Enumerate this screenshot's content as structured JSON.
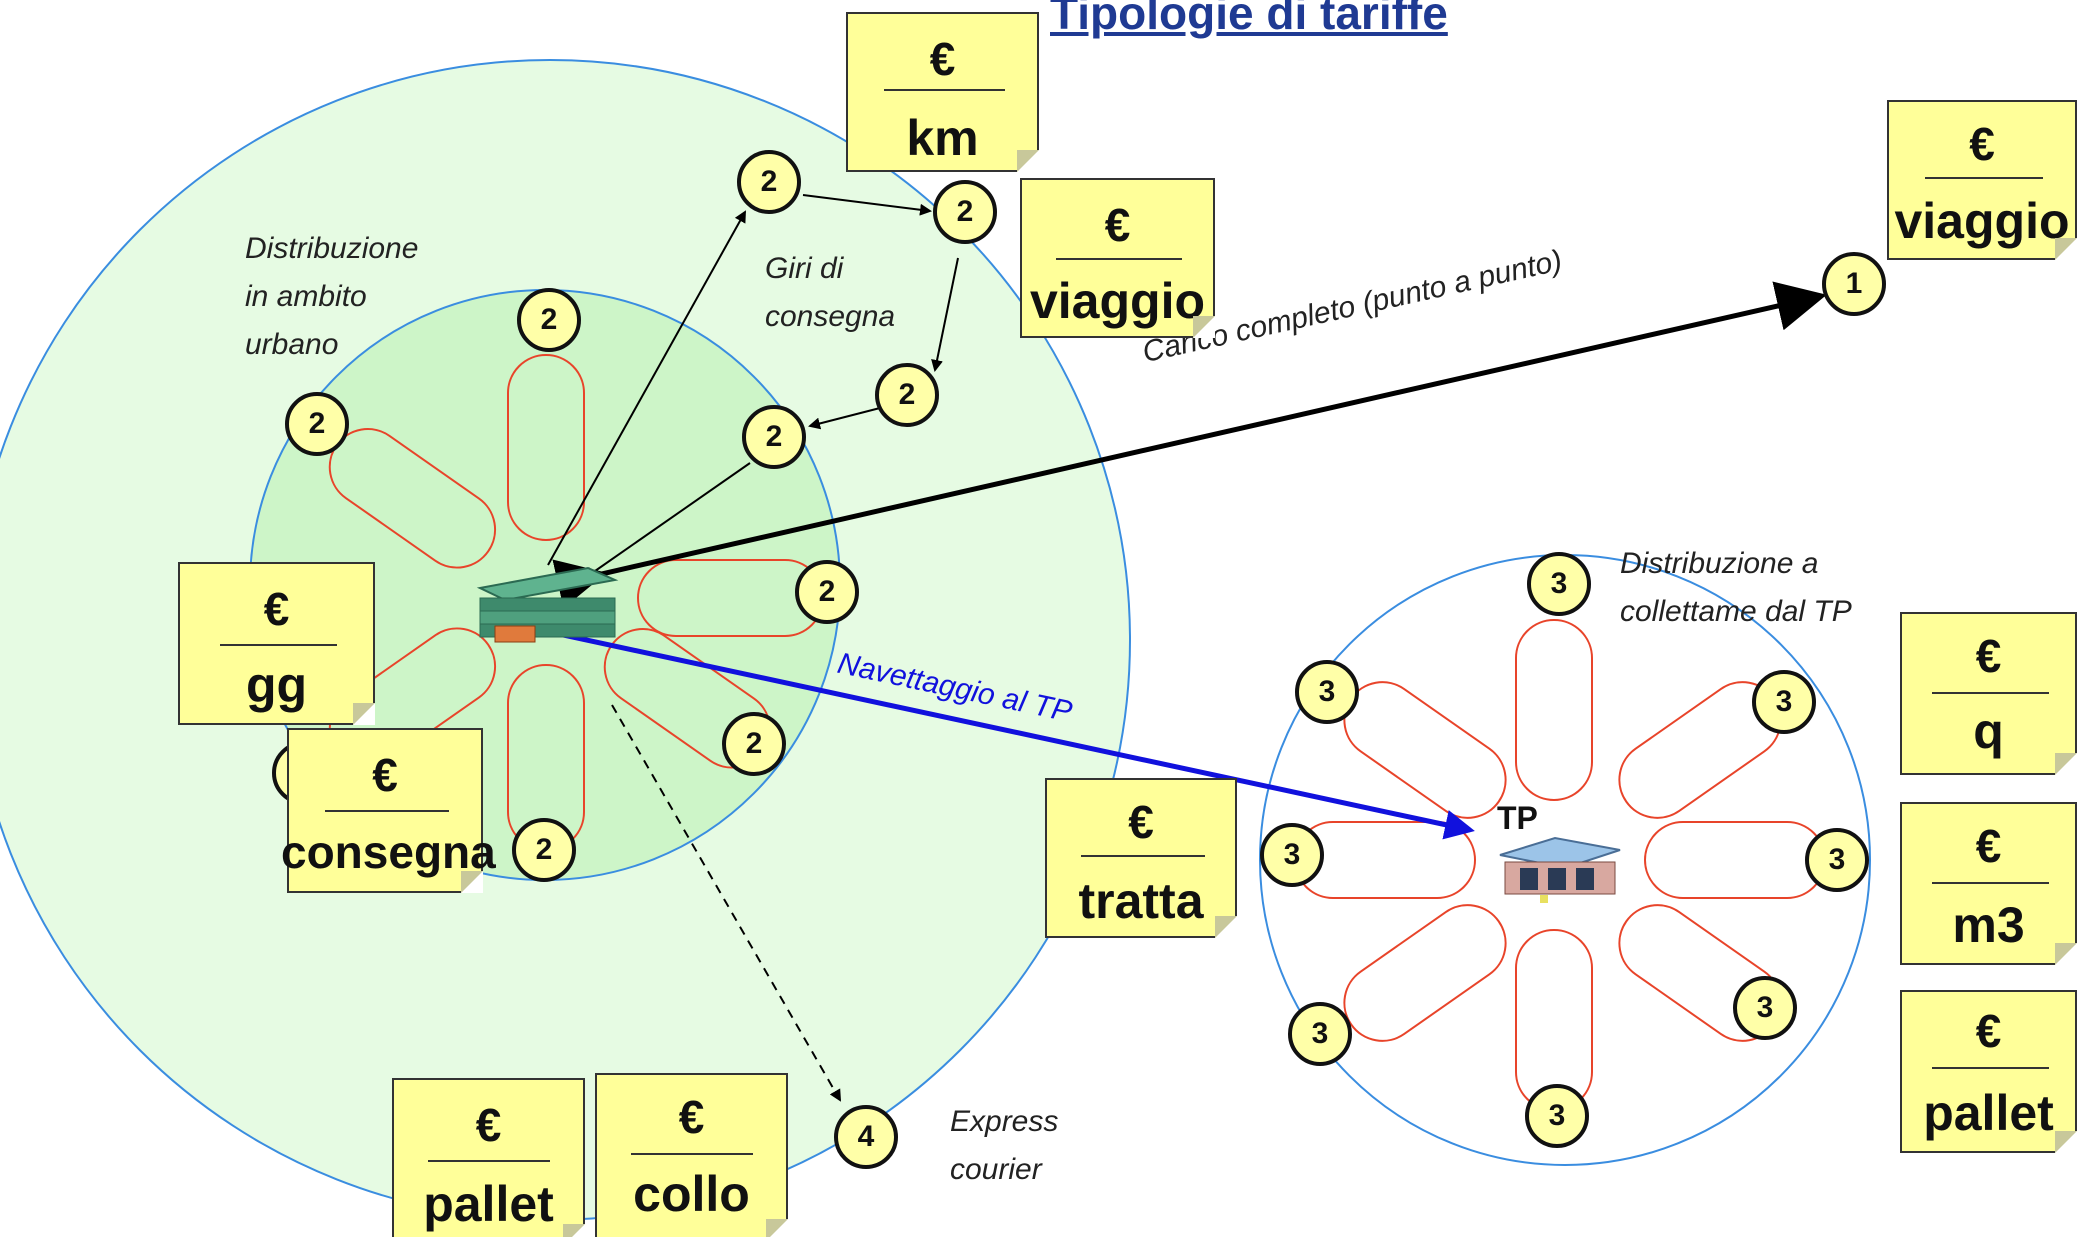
{
  "title": "Tipologie di tariffe",
  "labels": {
    "urban": [
      "Distribuzione",
      "in ambito",
      "urbano"
    ],
    "giri": [
      "Giri di",
      "consegna"
    ],
    "carico": "Carico completo (punto a punto)",
    "navettaggio": "Navettaggio al TP",
    "collettame": [
      "Distribuzione a",
      "collettame dal TP"
    ],
    "express": [
      "Express",
      "courier"
    ],
    "tp": "TP"
  },
  "notes": {
    "km": {
      "symbol": "€",
      "unit": "km"
    },
    "viaggio_mid": {
      "symbol": "€",
      "unit": "viaggio"
    },
    "viaggio_right": {
      "symbol": "€",
      "unit": "viaggio"
    },
    "gg": {
      "symbol": "€",
      "unit": "gg"
    },
    "consegna": {
      "symbol": "€",
      "unit": "consegna"
    },
    "tratta": {
      "symbol": "€",
      "unit": "tratta"
    },
    "q": {
      "symbol": "€",
      "unit": "q"
    },
    "m3": {
      "symbol": "€",
      "unit": "m3"
    },
    "pallet_right": {
      "symbol": "€",
      "unit": "pallet"
    },
    "pallet_bottom": {
      "symbol": "€",
      "unit": "pallet"
    },
    "collo": {
      "symbol": "€",
      "unit": "collo"
    }
  },
  "nodes": {
    "tour_start": "2",
    "tour_top": "2",
    "tour_mid": "2",
    "tour_end": "2",
    "urban_top": "2",
    "urban_left": "2",
    "urban_right": "2",
    "urban_lower_right": "2",
    "urban_bottom": "2",
    "urban_lower_left": "2",
    "full_load": "1",
    "tp_top": "3",
    "tp_upper_left": "3",
    "tp_upper_right": "3",
    "tp_left": "3",
    "tp_right": "3",
    "tp_lower_left": "3",
    "tp_lower_right": "3",
    "tp_bottom": "3",
    "express": "4"
  },
  "colors": {
    "outer_area": "#e6fbe3",
    "inner_area": "#cdf5c8",
    "circle_outline": "#3a8de0",
    "petal": "#e8442a",
    "note_fill": "#ffff99",
    "shuttle_arrow": "#1111dd",
    "title": "#1f3a93"
  },
  "icons": [
    "warehouse-stack-icon",
    "terminal-building-icon"
  ]
}
